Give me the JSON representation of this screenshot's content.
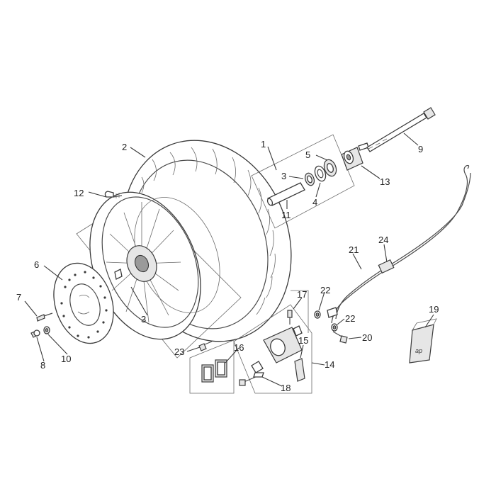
{
  "diagram": {
    "callouts": [
      {
        "id": "1",
        "label": "1"
      },
      {
        "id": "2",
        "label": "2"
      },
      {
        "id": "3a",
        "label": "3"
      },
      {
        "id": "3b",
        "label": "3"
      },
      {
        "id": "4",
        "label": "4"
      },
      {
        "id": "5",
        "label": "5"
      },
      {
        "id": "6",
        "label": "6"
      },
      {
        "id": "7",
        "label": "7"
      },
      {
        "id": "8",
        "label": "8"
      },
      {
        "id": "9",
        "label": "9"
      },
      {
        "id": "10",
        "label": "10"
      },
      {
        "id": "11",
        "label": "11"
      },
      {
        "id": "12",
        "label": "12"
      },
      {
        "id": "13",
        "label": "13"
      },
      {
        "id": "14",
        "label": "14"
      },
      {
        "id": "15",
        "label": "15"
      },
      {
        "id": "16",
        "label": "16"
      },
      {
        "id": "17",
        "label": "17"
      },
      {
        "id": "18",
        "label": "18"
      },
      {
        "id": "19",
        "label": "19"
      },
      {
        "id": "20",
        "label": "20"
      },
      {
        "id": "21",
        "label": "21"
      },
      {
        "id": "22a",
        "label": "22"
      },
      {
        "id": "22b",
        "label": "22"
      },
      {
        "id": "23",
        "label": "23"
      },
      {
        "id": "24",
        "label": "24"
      }
    ]
  }
}
